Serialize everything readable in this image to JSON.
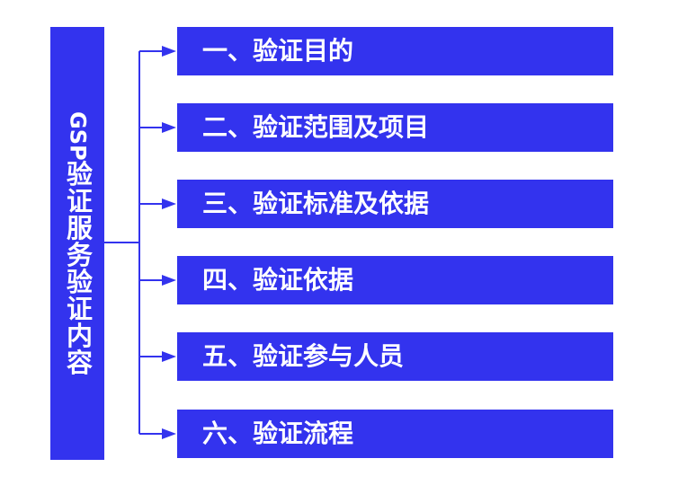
{
  "colors": {
    "box_fill": "#3333ee",
    "connector": "#3333ee",
    "text": "#ffffff",
    "background": "#ffffff"
  },
  "main": {
    "title_latin": "GSP",
    "title_cjk": "验证服务验证内容"
  },
  "items": [
    {
      "label": "一、验证目的"
    },
    {
      "label": "二、验证范围及项目"
    },
    {
      "label": "三、验证标准及依据"
    },
    {
      "label": "四、验证依据"
    },
    {
      "label": "五、验证参与人员"
    },
    {
      "label": "六、验证流程"
    }
  ]
}
